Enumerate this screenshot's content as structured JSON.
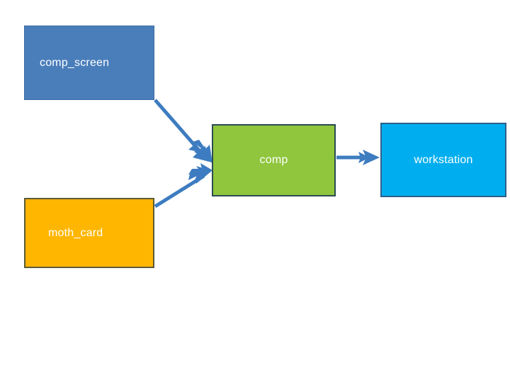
{
  "diagram": {
    "background_color": "#ffffff",
    "nodes": [
      {
        "id": "comp_screen",
        "label": "comp_screen",
        "fill": "#4a7ebb",
        "border": "#3a6ba3",
        "text_color": "#ffffff"
      },
      {
        "id": "moth_card",
        "label": "moth_card",
        "fill": "#ffb600",
        "border": "#5c5a35",
        "text_color": "#ffffff"
      },
      {
        "id": "comp",
        "label": "comp",
        "fill": "#8fc63d",
        "border": "#2b4b52",
        "text_color": "#ffffff"
      },
      {
        "id": "workstation",
        "label": "workstation",
        "fill": "#00aeef",
        "border": "#2e5f8a",
        "text_color": "#ffffff"
      }
    ],
    "edges": [
      {
        "id": "edge-comp-screen-to-comp",
        "from": "comp_screen",
        "to": "comp",
        "color": "#3d7cc0",
        "style": "solid",
        "arrowhead": "triangle"
      },
      {
        "id": "edge-moth-card-to-comp",
        "from": "moth_card",
        "to": "comp",
        "color": "#3d7cc0",
        "style": "solid",
        "arrowhead": "triangle"
      },
      {
        "id": "edge-comp-to-workstation",
        "from": "comp",
        "to": "workstation",
        "color": "#3d7cc0",
        "style": "solid",
        "arrowhead": "triangle"
      }
    ]
  }
}
